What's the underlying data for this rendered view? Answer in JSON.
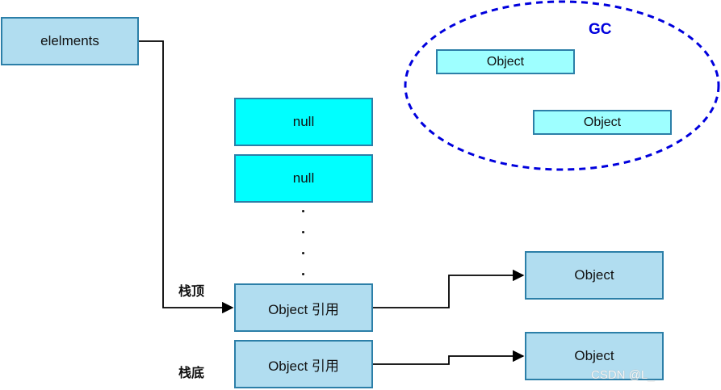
{
  "elements_box": {
    "label": "elelments"
  },
  "stack": {
    "slot1": "null",
    "slot2": "null",
    "top_ref": "Object 引用",
    "bottom_ref": "Object 引用",
    "top_label": "栈顶",
    "bottom_label": "栈底"
  },
  "gc": {
    "label": "GC",
    "objects": [
      "Object",
      "Object"
    ]
  },
  "heap_objects": [
    "Object",
    "Object"
  ],
  "watermark": "CSDN @L_",
  "colors": {
    "box_fill": "#b1ddf0",
    "box_border": "#2c7fa8",
    "null_fill": "#00ffff",
    "gc_object_fill": "#9effff",
    "gc_ellipse": "#0000dd"
  }
}
